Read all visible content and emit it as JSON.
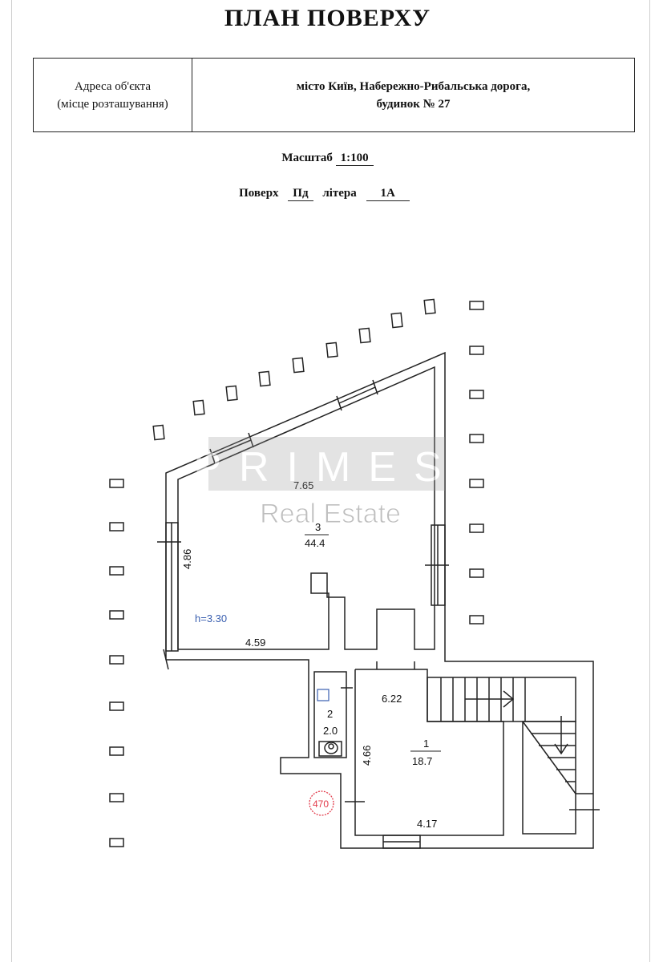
{
  "document": {
    "title": "ПЛАН ПОВЕРХУ",
    "address_label_line1": "Адреса об'єкта",
    "address_label_line2": "(місце розташування)",
    "address_value_line1": "місто Київ, Набережно-Рибальська дорога,",
    "address_value_line2": "будинок № 27",
    "scale_label": "Масштаб",
    "scale_value": "1:100",
    "floor_label": "Поверх",
    "floor_value": "Пд",
    "letter_label": "літера",
    "letter_value": "1А"
  },
  "plan": {
    "rooms": [
      {
        "number": "3",
        "area": "44.4"
      },
      {
        "number": "2",
        "area": "2.0"
      },
      {
        "number": "1",
        "area": "18.7"
      }
    ],
    "dimensions": {
      "room3_top": "7.65",
      "room3_left": "4.86",
      "room3_bottom": "4.59",
      "room1_top": "6.22",
      "room1_left": "4.66",
      "room1_bottom": "4.17"
    },
    "ceiling_height": "h=3.30",
    "stamp": "470",
    "colors": {
      "lines": "#222222",
      "height_label": "#3a5fb0",
      "stamp": "#e23a4a",
      "watermark": "#9a9a9a"
    }
  },
  "watermark": {
    "line1": "PRIMES",
    "line2": "Real Estate"
  }
}
